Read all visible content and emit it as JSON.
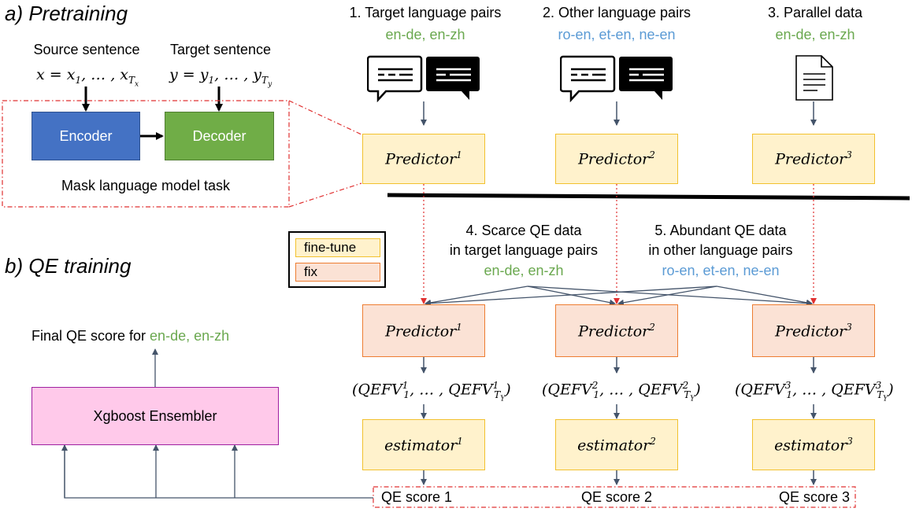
{
  "pretraining": {
    "title": "a) Pretraining",
    "source_label": "Source sentence",
    "target_label": "Target sentence",
    "source_math": "x = x₁, … , x_Tx",
    "target_math": "y = y₁, … , y_Ty",
    "encoder": "Encoder",
    "decoder": "Decoder",
    "mask_task": "Mask language model task"
  },
  "columns": [
    {
      "heading": "1.  Target language pairs",
      "langs": "en-de, en-zh",
      "lang_color": "green",
      "source_icon": "chat-bubbles-icon",
      "predictor_sup": "1"
    },
    {
      "heading": "2. Other language pairs",
      "langs": "ro-en, et-en, ne-en",
      "lang_color": "blue",
      "source_icon": "chat-bubbles-icon",
      "predictor_sup": "2"
    },
    {
      "heading": "3. Parallel data",
      "langs": "en-de, en-zh",
      "lang_color": "green",
      "source_icon": "document-icon",
      "predictor_sup": "3"
    }
  ],
  "predictor_word": "Predictor",
  "estimator_word": "estimator",
  "qefv_word": "QEFV",
  "legend": {
    "finetune": "fine-tune",
    "fix": "fix"
  },
  "qe_data": {
    "scarce_line1": "4. Scarce QE data",
    "scarce_line2": "in target language pairs",
    "scarce_langs": "en-de, en-zh",
    "abundant_line1": "5. Abundant QE data",
    "abundant_line2": "in other language pairs",
    "abundant_langs": "ro-en, et-en, ne-en"
  },
  "qe_training": {
    "title": "b) QE training",
    "final_prefix": "Final QE score for ",
    "final_langs": "en-de, en-zh",
    "ensembler": "Xgboost Ensembler"
  },
  "qe_scores": [
    "QE score 1",
    "QE score 2",
    "QE score 3"
  ],
  "colors": {
    "encoder": "#4472c4",
    "decoder": "#70ad47",
    "ensembler": "#ffc9ea",
    "finetune_fill": "#fff2cc",
    "fix_fill": "#fbe2d5",
    "arrow": "#44546a",
    "dash_red": "#e03030"
  }
}
